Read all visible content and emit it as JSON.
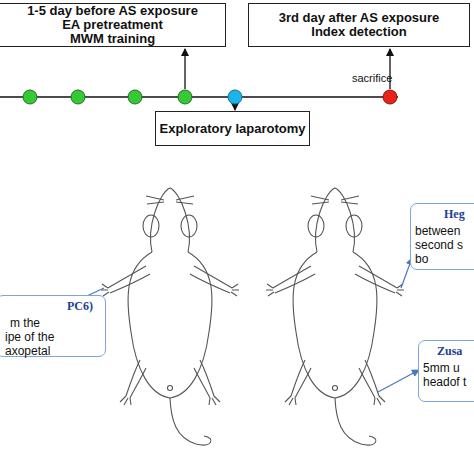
{
  "diagram": {
    "nodes": [
      {
        "text": [
          "1-5 day before AS exposure",
          "EA pretreatment",
          "MWM training"
        ]
      },
      {
        "text": [
          "3rd day after AS exposure",
          "Index detection"
        ]
      },
      {
        "text": [
          "Exploratory laparotomy"
        ]
      },
      {
        "text": [
          "PC6)",
          "m the ipe of the axopetal"
        ]
      },
      {
        "text": [
          "Heg",
          "between second s bo"
        ]
      },
      {
        "text": [
          "Zusa",
          "5mm u headof t"
        ]
      }
    ],
    "labels": [
      "sacrifice"
    ]
  }
}
